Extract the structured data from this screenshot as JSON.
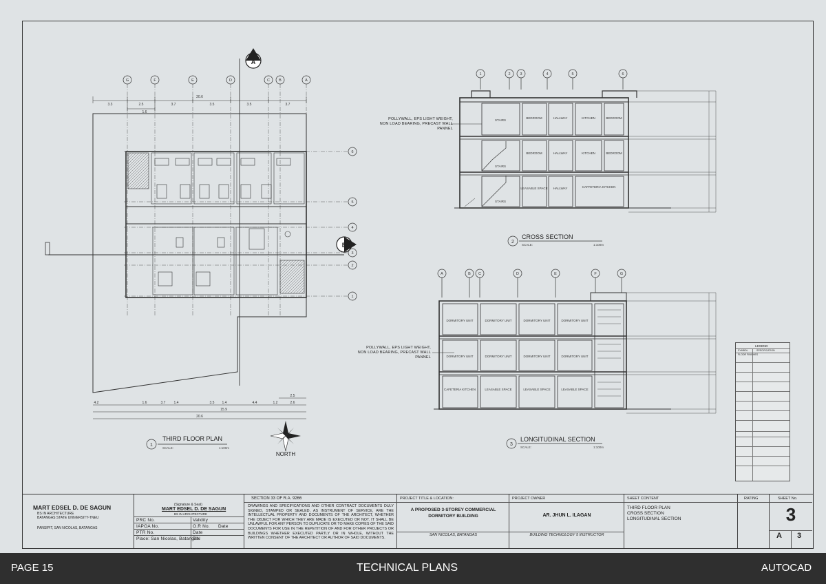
{
  "plans": {
    "third_floor": {
      "number": "1",
      "title": "THIRD FLOOR PLAN",
      "scale_label": "SCALE:",
      "scale": "1:100m"
    },
    "cross_section": {
      "number": "2",
      "title": "CROSS SECTION",
      "scale_label": "SCALE:",
      "scale": "1:100m"
    },
    "longitudinal_section": {
      "number": "3",
      "title": "LONGITUDINAL SECTION",
      "scale_label": "SCALE:",
      "scale": "1:100m"
    },
    "north_label": "NORTH",
    "section_marker_a": "A",
    "section_marker_b": "B",
    "note_cross": "POLLYWALL, EPS LIGHT WEIGHT,\nNON LOAD BEARING, PRECAST WALL PANNEL",
    "note_long": "POLLYWALL, EPS LIGHT WEIGHT,\nNON LOAD BEARING, PRECAST WALL PANNEL"
  },
  "grid": {
    "plan_cols": [
      "G",
      "F",
      "E",
      "D",
      "C",
      "B",
      "A"
    ],
    "plan_rows": [
      "6",
      "5",
      "4",
      "3",
      "2",
      "1"
    ],
    "cross_cols": [
      "1",
      "2",
      "3",
      "4",
      "5",
      "6"
    ],
    "long_cols": [
      "A",
      "B",
      "C",
      "D",
      "E",
      "F",
      "G"
    ]
  },
  "plan_dims": {
    "top": [
      "3.3",
      "2.5",
      "3.7",
      "3.5",
      "3.5",
      "3.7"
    ],
    "top_sub": "1.6",
    "top_total": "20.6",
    "bottom": [
      "4.2",
      "1.6",
      "3.7",
      "1.4",
      "3.5",
      "1.4",
      "4.4",
      "1.2",
      "2.6"
    ],
    "bottom_sub": "2.5",
    "bottom_sub2": "15.9",
    "bottom_total": "20.6"
  },
  "cross_rooms": {
    "r1": [
      "STAIRS",
      "BEDROOM",
      "HALLWAY",
      "KITCHEN",
      "BEDROOM"
    ],
    "r2": [
      "STAIRS",
      "BEDROOM",
      "HALLWAY",
      "KITCHEN",
      "BEDROOM"
    ],
    "r3": [
      "STAIRS",
      "LEASABLE SPACE",
      "HALLWAY",
      "CAFFETERIA\nKITCHEN"
    ]
  },
  "long_rooms": {
    "r1": [
      "DORMITORY\nUNIT",
      "DORMITORY\nUNIT",
      "DORMITORY\nUNIT",
      "DORMITORY\nUNIT"
    ],
    "r2": [
      "DORMITORY\nUNIT",
      "DORMITORY\nUNIT",
      "DORMITORY\nUNIT",
      "DORMITORY\nUNIT"
    ],
    "r3": [
      "CAFETERIA\nKITCHEN",
      "LEASABLE SPACE",
      "LEASABLE SPACE",
      "LEASABLE SPACE"
    ]
  },
  "legend": {
    "title": "LEGEND",
    "symbol": "SYMBOL",
    "specification": "SPECIFICATION",
    "floor_finishes": "FLOOR FINISHES"
  },
  "title_block": {
    "designer_name": "MART EDSEL D. DE SAGUN",
    "designer_degree": "BS IN ARCHITECTURE",
    "designer_school": "BATANGAS STATE UNIVERSITY-TNEU",
    "designer_address": "PANSIPIT, SAN NICOLAS, BATANGAS",
    "signature_caption": "(Signature & Seal)",
    "signer_name": "MART EDSEL D. DE SAGUN",
    "signer_degree": "BS IN ARCHITECTURE",
    "prc_no": "PRC No.",
    "validity": "Validity",
    "iapoa_no": "IAPOA No.",
    "or_no": "O.R No.",
    "date1": "Date",
    "ptr_no": "PTR No.",
    "date2": "Date",
    "place": "Place: San Nicolas, Batangas",
    "tin": "TIN",
    "section_title": "SECTION 33 OF R.A. 9266",
    "section_text": "DRAWINGS AND SPECIFICATIONS AND OTHER CONTRACT DOCUMENTS DULY SIGNED, STAMPED OR SEALED, AS INSTRUMENT OF SERVICE, ARE THE INTELLECTUAL PROPERTY AND DOCUMENTS OF THE ARCHITECT, WHETHER THE OBJECT FOR WHICH THEY ARE MADE IS EXECUTED OR NOT. IT SHALL BE UNLAWFUL FOR ANY PERSON TO DUPLICATE OR TO MAKE COPIES OF THE SAID DOCUMENTS FOR USE IN THE REPETITION OF AND FOR OTHER PROJECTS OR BUILDINGS WHETHER EXECUTED PARTLY OR IN WHOLE, WITHOUT THE WRITTEN CONSENT OF THE ARCHITECT OR AUTHOR OF SAID DOCUMENTS.",
    "project_label": "PROJECT TITLE & LOCATION:",
    "project_title": "A PROPOSED 3-STOREY COMMERCIAL DORMITORY BUILDING",
    "project_location": "SAN NICOLAS, BATANGAS",
    "owner_label": "PROJECT OWNER",
    "owner_name": "AR. JHUN L. ILAGAN",
    "owner_role": "BUILDING TECHNOLOGY 5 INSTRUCTOR",
    "content_label": "SHEET CONTENT",
    "content_1": "THIRD FLOOR PLAN",
    "content_2": "CROSS SECTION",
    "content_3": "LONGITUDINAL SECTION",
    "rating_label": "RATING",
    "sheet_label": "SHEET No.",
    "sheet_number": "3",
    "sheet_prefix": "A",
    "sheet_number_small": "3"
  },
  "footer": {
    "page": "PAGE 15",
    "title": "TECHNICAL PLANS",
    "software": "AUTOCAD"
  }
}
